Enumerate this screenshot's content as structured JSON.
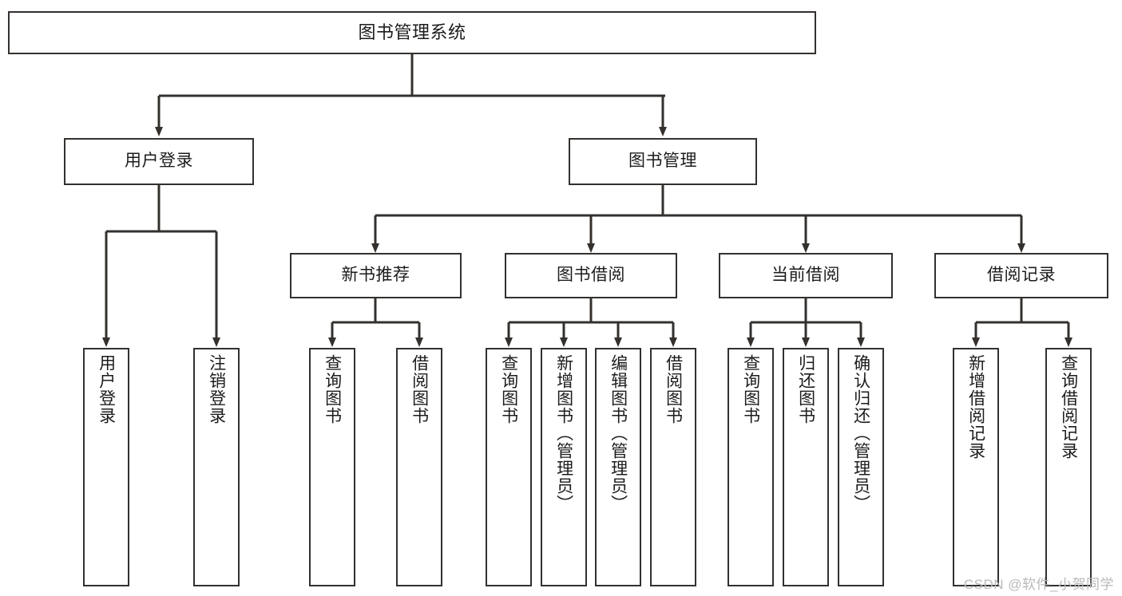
{
  "diagram": {
    "title": "图书管理系统",
    "watermark": "CSDN @软件_小贺同学",
    "line_color": "#33302e",
    "box_fill": "#ffffff",
    "text_color": "#1c1c1c",
    "watermark_color": "#b9b9b9",
    "nodes": {
      "root": {
        "label": "图书管理系统"
      },
      "level1": [
        {
          "label": "用户登录"
        },
        {
          "label": "图书管理"
        }
      ],
      "level2": [
        {
          "label": "新书推荐"
        },
        {
          "label": "图书借阅"
        },
        {
          "label": "当前借阅"
        },
        {
          "label": "借阅记录"
        }
      ],
      "leaves": {
        "user_login": [
          {
            "label": "用户登录"
          },
          {
            "label": "注销登录"
          }
        ],
        "new_book_recommend": [
          {
            "label": "查询图书"
          },
          {
            "label": "借阅图书"
          }
        ],
        "book_borrow": [
          {
            "label": "查询图书"
          },
          {
            "label": "新增图书（管理员）"
          },
          {
            "label": "编辑图书（管理员）"
          },
          {
            "label": "借阅图书"
          }
        ],
        "current_borrow": [
          {
            "label": "查询图书"
          },
          {
            "label": "归还图书"
          },
          {
            "label": "确认归还（管理员）"
          }
        ],
        "borrow_record": [
          {
            "label": "新增借阅记录"
          },
          {
            "label": "查询借阅记录"
          }
        ]
      }
    }
  }
}
